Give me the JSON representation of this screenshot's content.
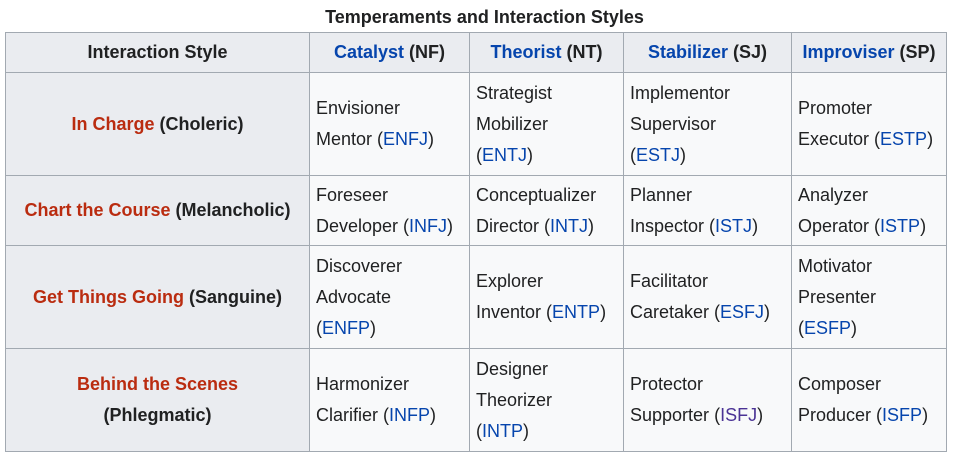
{
  "caption": "Temperaments and Interaction Styles",
  "header": {
    "corner": "Interaction Style",
    "columns": [
      {
        "link": "Catalyst",
        "code": "(NF)"
      },
      {
        "link": "Theorist",
        "code": "(NT)"
      },
      {
        "link": "Stabilizer",
        "code": "(SJ)"
      },
      {
        "link": "Improviser",
        "code": "(SP)"
      }
    ]
  },
  "rows": [
    {
      "style_link": "In Charge",
      "temperament": "(Choleric)",
      "cells": [
        {
          "line1": "Envisioner",
          "line2": "Mentor",
          "type": "ENFJ"
        },
        {
          "line1": "Strategist",
          "line2": "Mobilizer",
          "type": "ENTJ"
        },
        {
          "line1": "Implementor",
          "line2": "Supervisor",
          "type": "ESTJ"
        },
        {
          "line1": "Promoter",
          "line2": "Executor",
          "type": "ESTP"
        }
      ]
    },
    {
      "style_link": "Chart the Course",
      "temperament": "(Melancholic)",
      "cells": [
        {
          "line1": "Foreseer",
          "line2": "Developer",
          "type": "INFJ"
        },
        {
          "line1": "Conceptualizer",
          "line2": "Director",
          "type": "INTJ"
        },
        {
          "line1": "Planner",
          "line2": "Inspector",
          "type": "ISTJ"
        },
        {
          "line1": "Analyzer",
          "line2": "Operator",
          "type": "ISTP"
        }
      ]
    },
    {
      "style_link": "Get Things Going",
      "temperament": "(Sanguine)",
      "cells": [
        {
          "line1": "Discoverer",
          "line2": "Advocate",
          "type": "ENFP"
        },
        {
          "line1": "Explorer",
          "line2": "Inventor",
          "type": "ENTP"
        },
        {
          "line1": "Facilitator",
          "line2": "Caretaker",
          "type": "ESFJ"
        },
        {
          "line1": "Motivator",
          "line2": "Presenter",
          "type": "ESFP"
        }
      ]
    },
    {
      "style_link": "Behind the Scenes",
      "temperament": "(Phlegmatic)",
      "cells": [
        {
          "line1": "Harmonizer",
          "line2": "Clarifier",
          "type": "INFP"
        },
        {
          "line1": "Designer",
          "line2": "Theorizer",
          "type": "INTP"
        },
        {
          "line1": "Protector",
          "line2": "Supporter",
          "type": "ISFJ"
        },
        {
          "line1": "Composer",
          "line2": "Producer",
          "type": "ISFP"
        }
      ]
    }
  ],
  "colors": {
    "link": "#0645ad",
    "red_link": "#ba2c10",
    "visited_link": "#4a3295"
  }
}
